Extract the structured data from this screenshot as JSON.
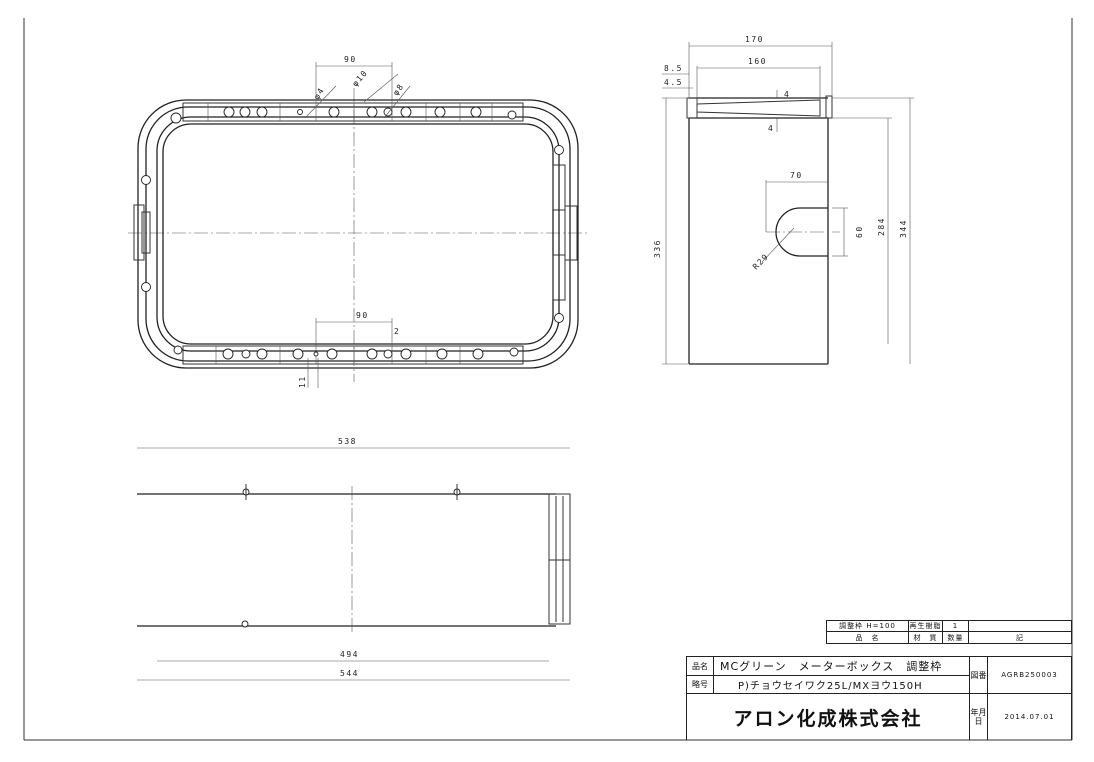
{
  "dimensions": {
    "top_holes_spacing": "90",
    "top_hole_d10": "φ10",
    "top_hole_d8": "φ8",
    "top_hole_d4": "φ4",
    "bottom_holes_spacing": "90",
    "bottom_small": "2",
    "bottom_offset": "11",
    "side_total_width": "170",
    "side_body_width": "160",
    "side_offset_a": "8.5",
    "side_offset_b": "4.5",
    "side_flange_t1": "4",
    "side_flange_t2": "4",
    "side_height_left": "336",
    "side_height_right": "344",
    "side_inner_height": "284",
    "notch_width": "70",
    "notch_height": "60",
    "notch_radius": "R29",
    "bottom_view_top_width": "538",
    "bottom_view_inner_width": "494",
    "bottom_view_total_width": "544"
  },
  "title_block": {
    "spec_label": "調整枠 H=100",
    "material_label": "再生樹脂",
    "quantity_value": "1",
    "hdr_name": "品　名",
    "hdr_material": "材　質",
    "hdr_quantity": "数量",
    "hdr_remarks": "記",
    "label_product_name": "品名",
    "product_name": "MCグリーン　メーターボックス　調整枠",
    "label_code": "略号",
    "product_code": "P)チョウセイワク25L/MXヨウ150H",
    "label_drawing_no": "図番",
    "drawing_no": "AGRB250003",
    "company": "アロン化成株式会社",
    "label_date": "年月日",
    "date": "2014.07.01"
  }
}
